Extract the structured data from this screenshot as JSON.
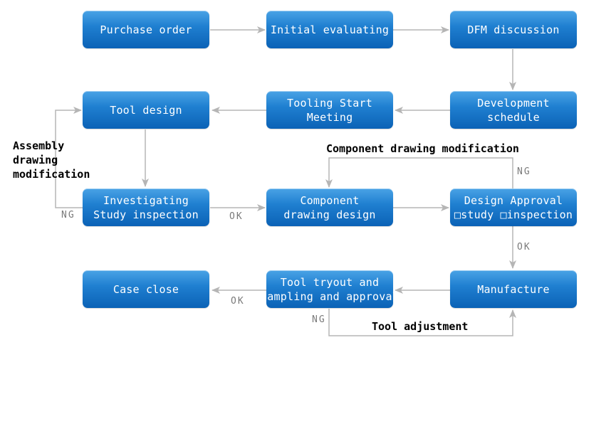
{
  "nodes": {
    "purchase_order": "Purchase order",
    "initial_evaluating": "Initial evaluating",
    "dfm_discussion": "DFM discussion",
    "development_schedule": [
      "Development",
      "schedule"
    ],
    "tooling_start_meeting": [
      "Tooling Start",
      "Meeting"
    ],
    "tool_design": "Tool design",
    "investigating": [
      "Investigating",
      "Study inspection"
    ],
    "component_drawing_design": [
      "Component",
      "drawing design"
    ],
    "design_approval": [
      "Design Approval",
      "□study □inspection"
    ],
    "manufacture": "Manufacture",
    "tool_tryout": [
      "Tool tryout and",
      "sampling and approval"
    ],
    "case_close": "Case close"
  },
  "labels": {
    "assembly_drawing_modification": [
      "Assembly",
      "drawing",
      "modification"
    ],
    "component_drawing_modification": "Component drawing modification",
    "tool_adjustment": "Tool adjustment",
    "ng_investigating": "NG",
    "ok_investigating": "OK",
    "ng_design_approval": "NG",
    "ok_design_approval": "OK",
    "ok_tryout": "OK",
    "ng_tryout": "NG"
  },
  "colors": {
    "box_top": "#4aa3e6",
    "box_bottom": "#0b62b6",
    "connector": "#b5b5b5"
  }
}
